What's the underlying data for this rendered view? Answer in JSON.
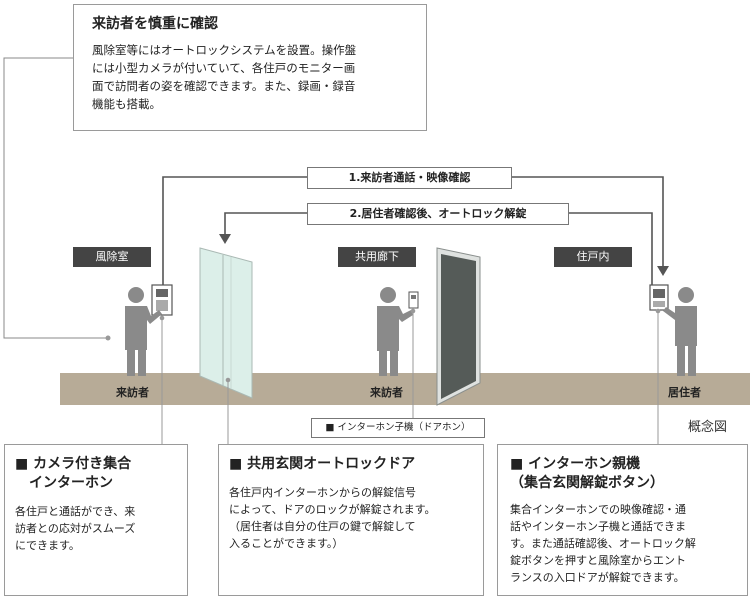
{
  "top_info": {
    "title": "来訪者を慎重に確認",
    "lines": [
      "風除室等にはオートロックシステムを設置。操作盤",
      "には小型カメラが付いていて、各住戸のモニター画",
      "面で訪問者の姿を確認できます。また、録画・録音",
      "機能も搭載。"
    ]
  },
  "flow": {
    "step1": "1.来訪者通話・映像確認",
    "step2": "2.居住者確認後、オートロック解錠"
  },
  "areas": {
    "vestibule": "風除室",
    "corridor": "共用廊下",
    "unit": "住戸内"
  },
  "persons": {
    "visitor1": "来訪者",
    "visitor2": "来訪者",
    "resident": "居住者"
  },
  "door_phone_label": "■ インターホン子機（ドアホン）",
  "caption": "概念図",
  "callouts": {
    "camera_intercom": {
      "title": "■ カメラ付き集合\n　インターホン",
      "body": "各住戸と通話ができ、来\n訪者との応対がスムーズ\nにできます。"
    },
    "autolock_door": {
      "title": "■ 共用玄関オートロックドア",
      "body": "各住戸内インターホンからの解錠信号\nによって、ドアのロックが解錠されます。\n（居住者は自分の住戸の鍵で解錠して\n入ることができます。）"
    },
    "master_intercom": {
      "title": "■ インターホン親機\n（集合玄関解錠ボタン）",
      "body": "集合インターホンでの映像確認・通\n話やインターホン子機と通話できま\nす。また通話確認後、オートロック解\n錠ボタンを押すと風除室からエント\nランスの入口ドアが解錠できます。"
    }
  },
  "colors": {
    "floor": "#b7ab97",
    "person": "#8a8a8a",
    "tag_bg": "#444444",
    "glass": "#dcefe9",
    "door": "#555b58"
  }
}
